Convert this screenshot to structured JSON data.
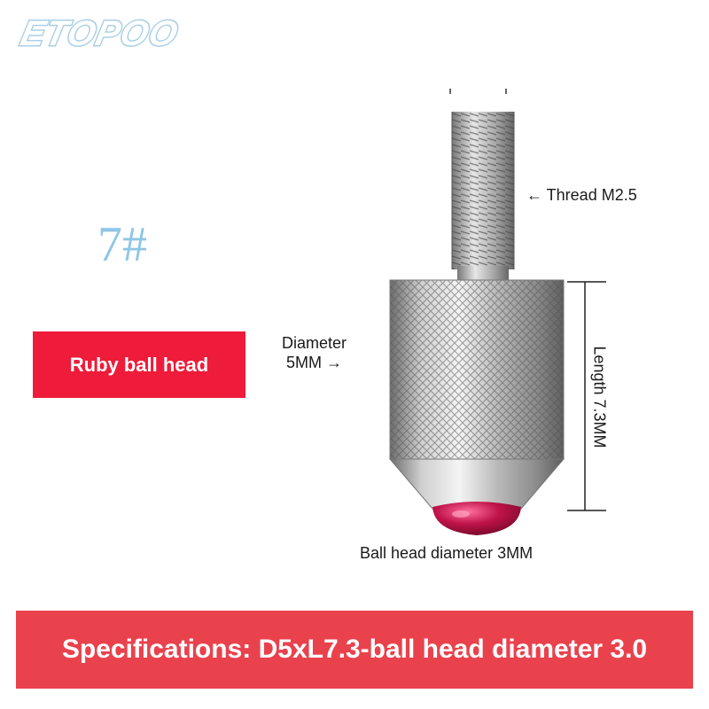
{
  "brand": {
    "logo_text": "ETOPOO"
  },
  "product": {
    "model_number": "7#",
    "type_label": "Ruby ball head"
  },
  "annotations": {
    "thread": "← Thread M2.5",
    "diameter_line1": "Diameter",
    "diameter_line2": "5MM →",
    "length": "Length 7.3MM",
    "ball_head": "Ball head diameter 3MM"
  },
  "specifications": "Specifications: D5xL7.3-ball head diameter 3.0",
  "colors": {
    "logo": "#a9cfe6",
    "model_number": "#8ec6e6",
    "label_red": "#ee1c3a",
    "spec_bar_red": "#e9424d",
    "ruby": "#c0134a"
  }
}
